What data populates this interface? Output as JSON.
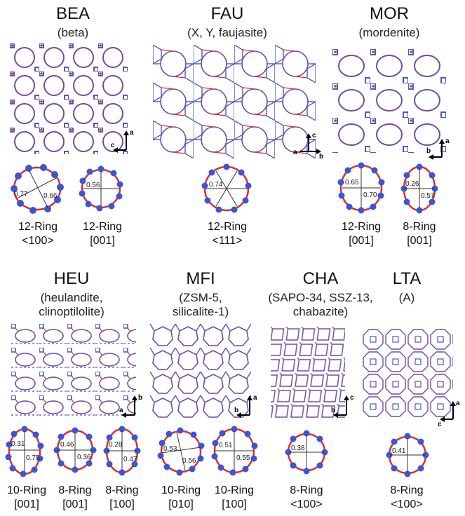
{
  "zeolites": [
    {
      "id": "bea",
      "name": "BEA",
      "alias": "(beta)",
      "axes": [
        "a",
        "c"
      ],
      "rings": [
        {
          "label": "12-Ring",
          "dir": "<100>",
          "dims": [
            "0.77",
            "0.66"
          ]
        },
        {
          "label": "12-Ring",
          "dir": "[001]",
          "dims": [
            "0.56"
          ]
        }
      ]
    },
    {
      "id": "fau",
      "name": "FAU",
      "alias": "(X, Y, faujasite)",
      "axes": [
        "c",
        "a",
        "b"
      ],
      "rings": [
        {
          "label": "12-Ring",
          "dir": "<111>",
          "dims": [
            "0.74"
          ]
        }
      ]
    },
    {
      "id": "mor",
      "name": "MOR",
      "alias": "(mordenite)",
      "axes": [
        "a",
        "b"
      ],
      "rings": [
        {
          "label": "12-Ring",
          "dir": "[001]",
          "dims": [
            "0.65",
            "0.70"
          ]
        },
        {
          "label": "8-Ring",
          "dir": "[001]",
          "dims": [
            "0.26",
            "0.57"
          ]
        }
      ]
    },
    {
      "id": "heu",
      "name": "HEU",
      "alias": [
        "(heulandite,",
        "clinoptilolite)"
      ],
      "axes": [
        "b",
        "a"
      ],
      "rings": [
        {
          "label": "10-Ring",
          "dir": "[001]",
          "dims": [
            "0.31",
            "0.75"
          ]
        },
        {
          "label": "8-Ring",
          "dir": "[001]",
          "dims": [
            "0.46",
            "0.36"
          ]
        },
        {
          "label": "8-Ring",
          "dir": "[100]",
          "dims": [
            "0.28",
            "0.47"
          ]
        }
      ]
    },
    {
      "id": "mfi",
      "name": "MFI",
      "alias": [
        "(ZSM-5,",
        "silicalite-1)"
      ],
      "axes": [
        "a",
        "b"
      ],
      "rings": [
        {
          "label": "10-Ring",
          "dir": "[010]",
          "dims": [
            "0.53",
            "0.56"
          ]
        },
        {
          "label": "10-Ring",
          "dir": "[100]",
          "dims": [
            "0.51",
            "0.55"
          ]
        }
      ]
    },
    {
      "id": "cha",
      "name": "CHA",
      "alias": [
        "(SAPO-34, SSZ-13,",
        "chabazite)"
      ],
      "axes": [
        "c",
        "b"
      ],
      "rings": [
        {
          "label": "8-Ring",
          "dir": "<100>",
          "dims": [
            "0.38"
          ]
        }
      ]
    },
    {
      "id": "lta",
      "name": "LTA",
      "alias": "(A)",
      "axes": [
        "a",
        "c"
      ],
      "rings": [
        {
          "label": "8-Ring",
          "dir": "<100>",
          "dims": [
            "0.41"
          ]
        }
      ]
    }
  ],
  "colors": {
    "oxygen": "#e32b2b",
    "tatom": "#3a55d6",
    "bond": "#4a58c8",
    "line": "#333333"
  }
}
